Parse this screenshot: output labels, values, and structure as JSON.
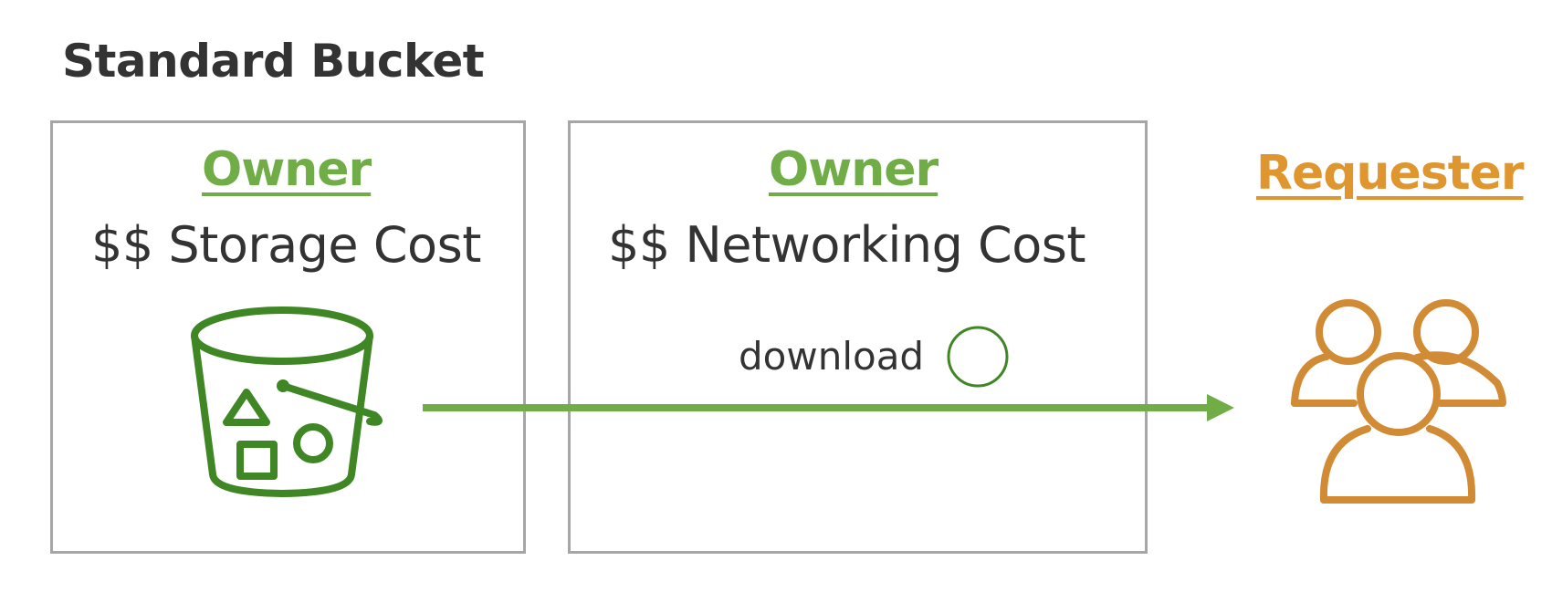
{
  "title": "Standard Bucket",
  "storage_box": {
    "owner_label": "Owner",
    "cost_label": "$$ Storage Cost",
    "icon": "s3-bucket-icon"
  },
  "network_box": {
    "owner_label": "Owner",
    "cost_label": "$$ Networking Cost",
    "flow_label": "download",
    "flow_icon": "circle-icon"
  },
  "requester": {
    "label": "Requester",
    "icon": "users-group-icon"
  },
  "colors": {
    "owner": "#70ad47",
    "bucket": "#3f8624",
    "requester": "#e0962f",
    "arrow": "#70ad47",
    "box_border": "#a6a6a6",
    "text": "#333333"
  }
}
